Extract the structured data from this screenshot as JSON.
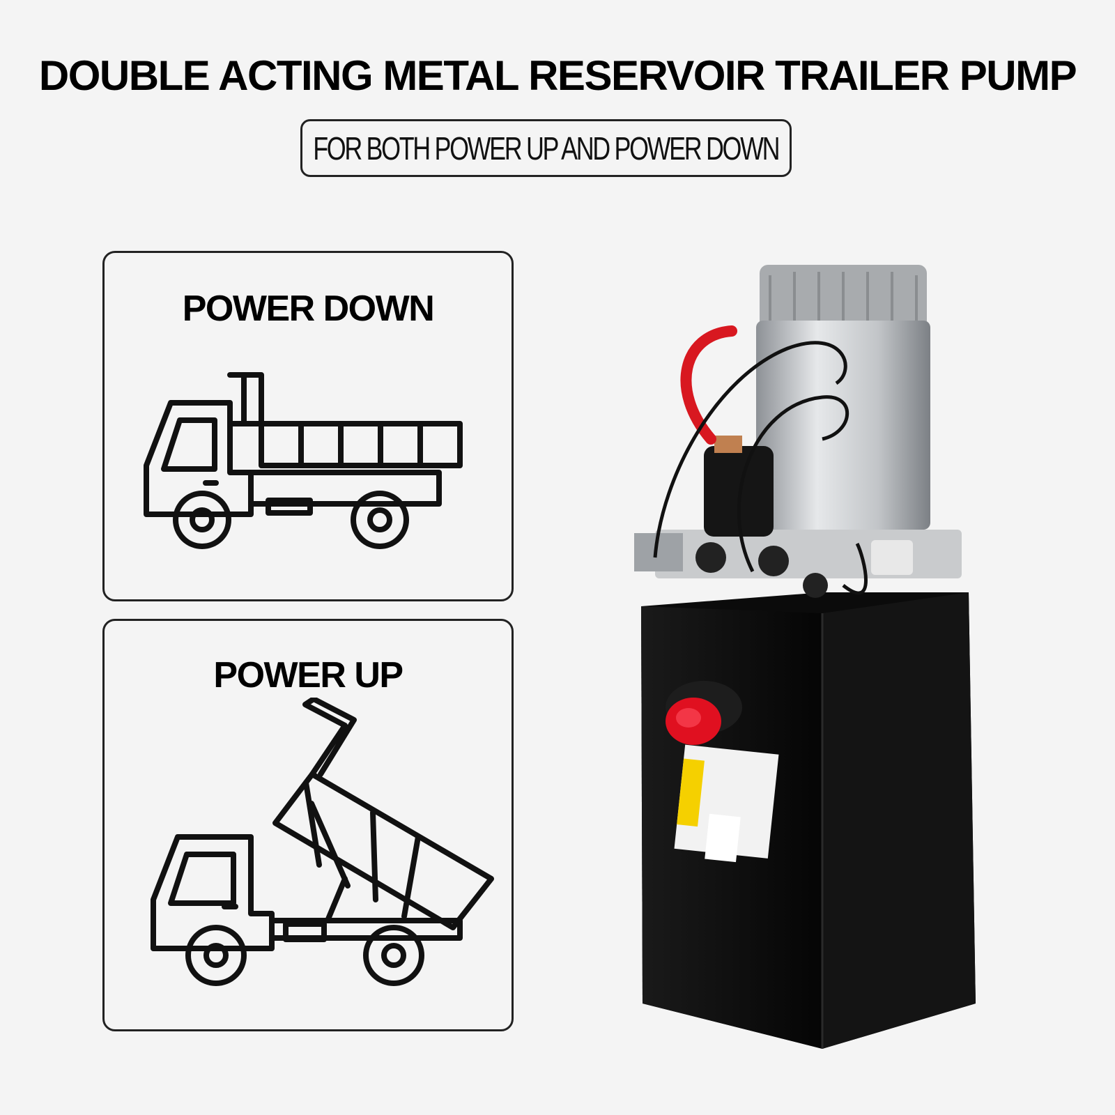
{
  "header": {
    "title": "DOUBLE ACTING METAL RESERVOIR TRAILER PUMP",
    "subtitle": "FOR BOTH POWER UP AND POWER DOWN"
  },
  "panels": [
    {
      "label": "POWER DOWN",
      "icon": "dump-truck-lowered-icon"
    },
    {
      "label": "POWER UP",
      "icon": "dump-truck-raised-icon"
    }
  ],
  "product": {
    "image": "hydraulic-pump-unit-photo",
    "colors": {
      "reservoir": "#0c0c0c",
      "motor": "#b9bcbf",
      "cap": "#e01020"
    }
  }
}
